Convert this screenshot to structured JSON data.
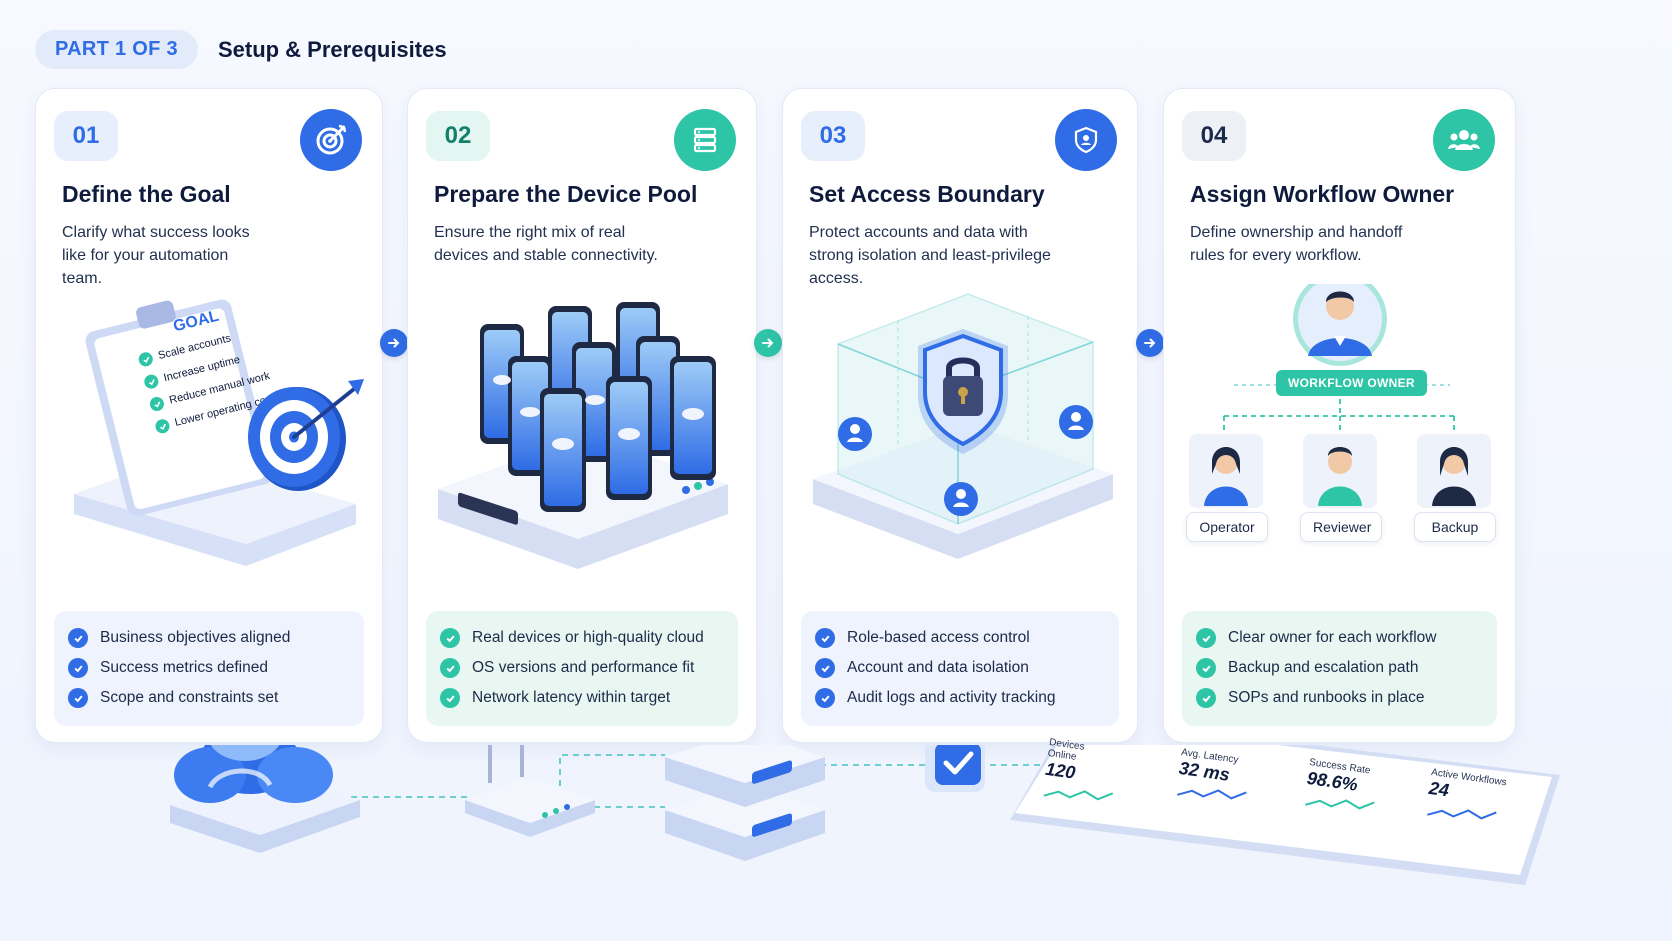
{
  "header": {
    "part_label": "PART 1 OF 3",
    "title": "Setup & Prerequisites"
  },
  "cards": [
    {
      "num": "01",
      "title": "Define the Goal",
      "desc": "Clarify what success looks like for your automation team.",
      "icon": "target-icon",
      "clipboard": {
        "heading": "GOAL",
        "items": [
          "Scale accounts",
          "Increase uptime",
          "Reduce manual work",
          "Lower operating cost"
        ]
      },
      "checks": [
        "Business objectives aligned",
        "Success metrics defined",
        "Scope and constraints set"
      ]
    },
    {
      "num": "02",
      "title": "Prepare the Device Pool",
      "desc": "Ensure the right mix of real devices and stable connectivity.",
      "icon": "server-icon",
      "checks": [
        "Real devices or high-quality cloud",
        "OS versions and performance fit",
        "Network latency within target"
      ]
    },
    {
      "num": "03",
      "title": "Set Access Boundary",
      "desc": "Protect accounts and data with strong isolation and least-privilege access.",
      "icon": "shield-user-icon",
      "checks": [
        "Role-based access control",
        "Account and data isolation",
        "Audit logs and activity tracking"
      ]
    },
    {
      "num": "04",
      "title": "Assign Workflow Owner",
      "desc": "Define ownership and handoff rules for every workflow.",
      "icon": "team-icon",
      "owner_label": "WORKFLOW OWNER",
      "roles": [
        "Operator",
        "Reviewer",
        "Backup"
      ],
      "checks": [
        "Clear owner for each workflow",
        "Backup and escalation path",
        "SOPs and runbooks in place"
      ]
    }
  ],
  "dashboard": {
    "metrics": [
      {
        "label": "Devices Online",
        "value": "120"
      },
      {
        "label": "Avg. Latency",
        "value": "32 ms"
      },
      {
        "label": "Success Rate",
        "value": "98.6%"
      },
      {
        "label": "Active Workflows",
        "value": "24"
      }
    ]
  },
  "colors": {
    "blue": "#2f6ce5",
    "teal": "#2ec4a6",
    "navy": "#0f1b3d"
  }
}
